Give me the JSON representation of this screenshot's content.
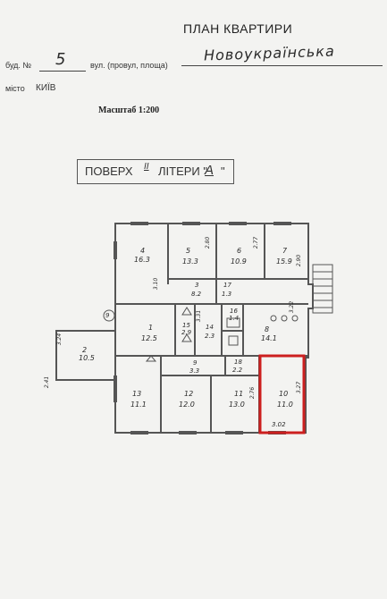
{
  "header": {
    "title": "ПЛАН КВАРТИРИ",
    "bud_label": "буд. №",
    "bud_value": "5",
    "vul_label": "вул. (провул, площа)",
    "street_value": "Новоукраїнська",
    "misto_label": "місто",
    "misto_value": "КИЇВ",
    "scale": "Масштаб 1:200"
  },
  "stamp": {
    "poverkh_label": "ПОВЕРХ",
    "poverkh_value": "II",
    "litery_label": "ЛІТЕРИ \"",
    "litery_value": "А",
    "litery_close": "\""
  },
  "rooms": [
    {
      "num": "4",
      "area": "16.3"
    },
    {
      "num": "5",
      "area": "13.3"
    },
    {
      "num": "6",
      "area": "10.9"
    },
    {
      "num": "7",
      "area": "15.9"
    },
    {
      "num": "3",
      "area": "8.2"
    },
    {
      "num": "17",
      "area": "1.3"
    },
    {
      "num": "1",
      "area": "12.5"
    },
    {
      "num": "15",
      "area": "2.9"
    },
    {
      "num": "14",
      "area": "2.3"
    },
    {
      "num": "16",
      "area": "1.4"
    },
    {
      "num": "8",
      "area": "14.1"
    },
    {
      "num": "2",
      "area": "10.5"
    },
    {
      "num": "9",
      "area": ""
    },
    {
      "num": "13",
      "area": "11.1"
    },
    {
      "num": "12",
      "area": "12.0"
    },
    {
      "num": "11",
      "area": "13.0"
    },
    {
      "num": "10",
      "area": "11.0"
    },
    {
      "num": "9",
      "area": "3.3"
    },
    {
      "num": "18",
      "area": "2.2"
    }
  ],
  "dims": {
    "d1": "2.80",
    "d2": "2.77",
    "d3": "2.90",
    "d4": "3.31",
    "d5": "3.10",
    "d6": "3.22",
    "d7": "3.24",
    "d8": "2.76",
    "d9": "3.02",
    "d10": "3.27",
    "d11": "2.41"
  },
  "colors": {
    "highlight": "#cc1f1f",
    "wall": "#555555",
    "paper": "#f3f3f1"
  }
}
